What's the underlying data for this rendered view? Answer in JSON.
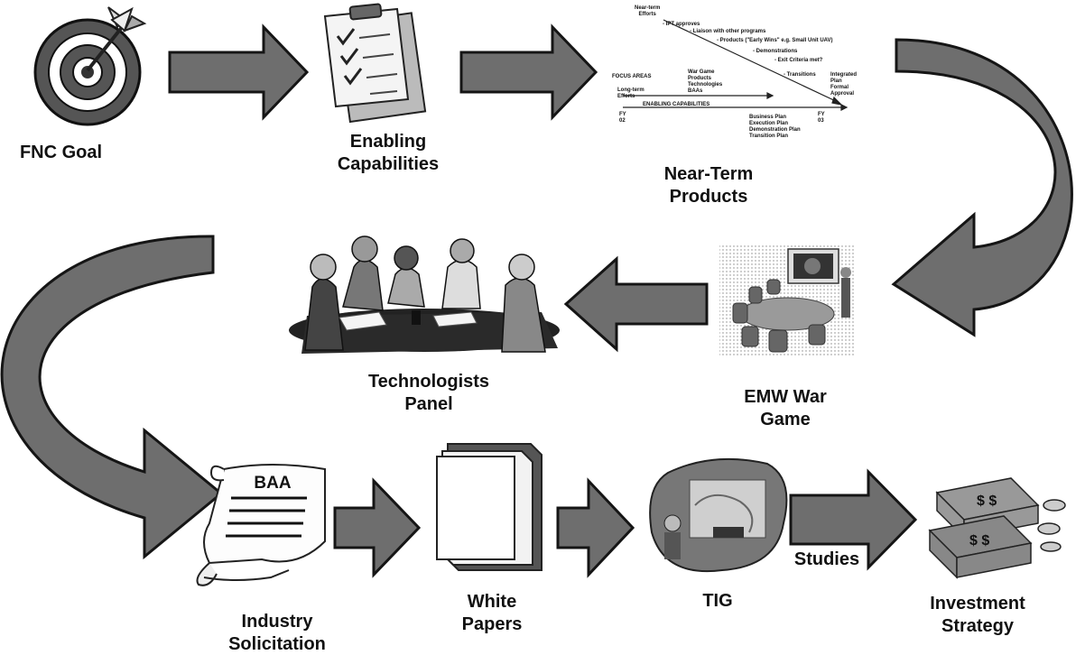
{
  "labels": {
    "fnc_goal": "FNC Goal",
    "enabling_capabilities": "Enabling\nCapabilities",
    "near_term_products": "Near-Term\nProducts",
    "technologists_panel": "Technologists\nPanel",
    "emw_war_game": "EMW War\nGame",
    "industry_solicitation": "Industry\nSolicitation",
    "white_papers": "White\nPapers",
    "tig": "TIG",
    "studies": "Studies",
    "investment_strategy": "Investment\nStrategy"
  },
  "baa_label": "BAA",
  "timeline": {
    "near_term_efforts": "Near-term\nEfforts",
    "ipt": "- IPT approves",
    "liaison": "- Liaison with other programs",
    "products": "- Products (\"Early Wins\" e.g. Small Unit UAV)",
    "demonstrations": "- Demonstrations",
    "exit": "- Exit Criteria met?",
    "transitions": "- Transitions",
    "integrated": "Integrated\nPlan\nFormal\nApproval",
    "focus_areas": "FOCUS AREAS",
    "war_game": "War Game\nProducts\nTechnologies\nBAAs",
    "long_term": "Long-term\nEfforts",
    "enabling_caps": "ENABLING CAPABILITIES",
    "fy02": "FY\n02",
    "fy03": "FY\n03",
    "plans": "Business Plan\nExecution Plan\nDemonstration Plan\nTransition Plan"
  },
  "colors": {
    "arrow_fill": "#6e6e6e",
    "arrow_stroke": "#151515",
    "text": "#111111"
  }
}
